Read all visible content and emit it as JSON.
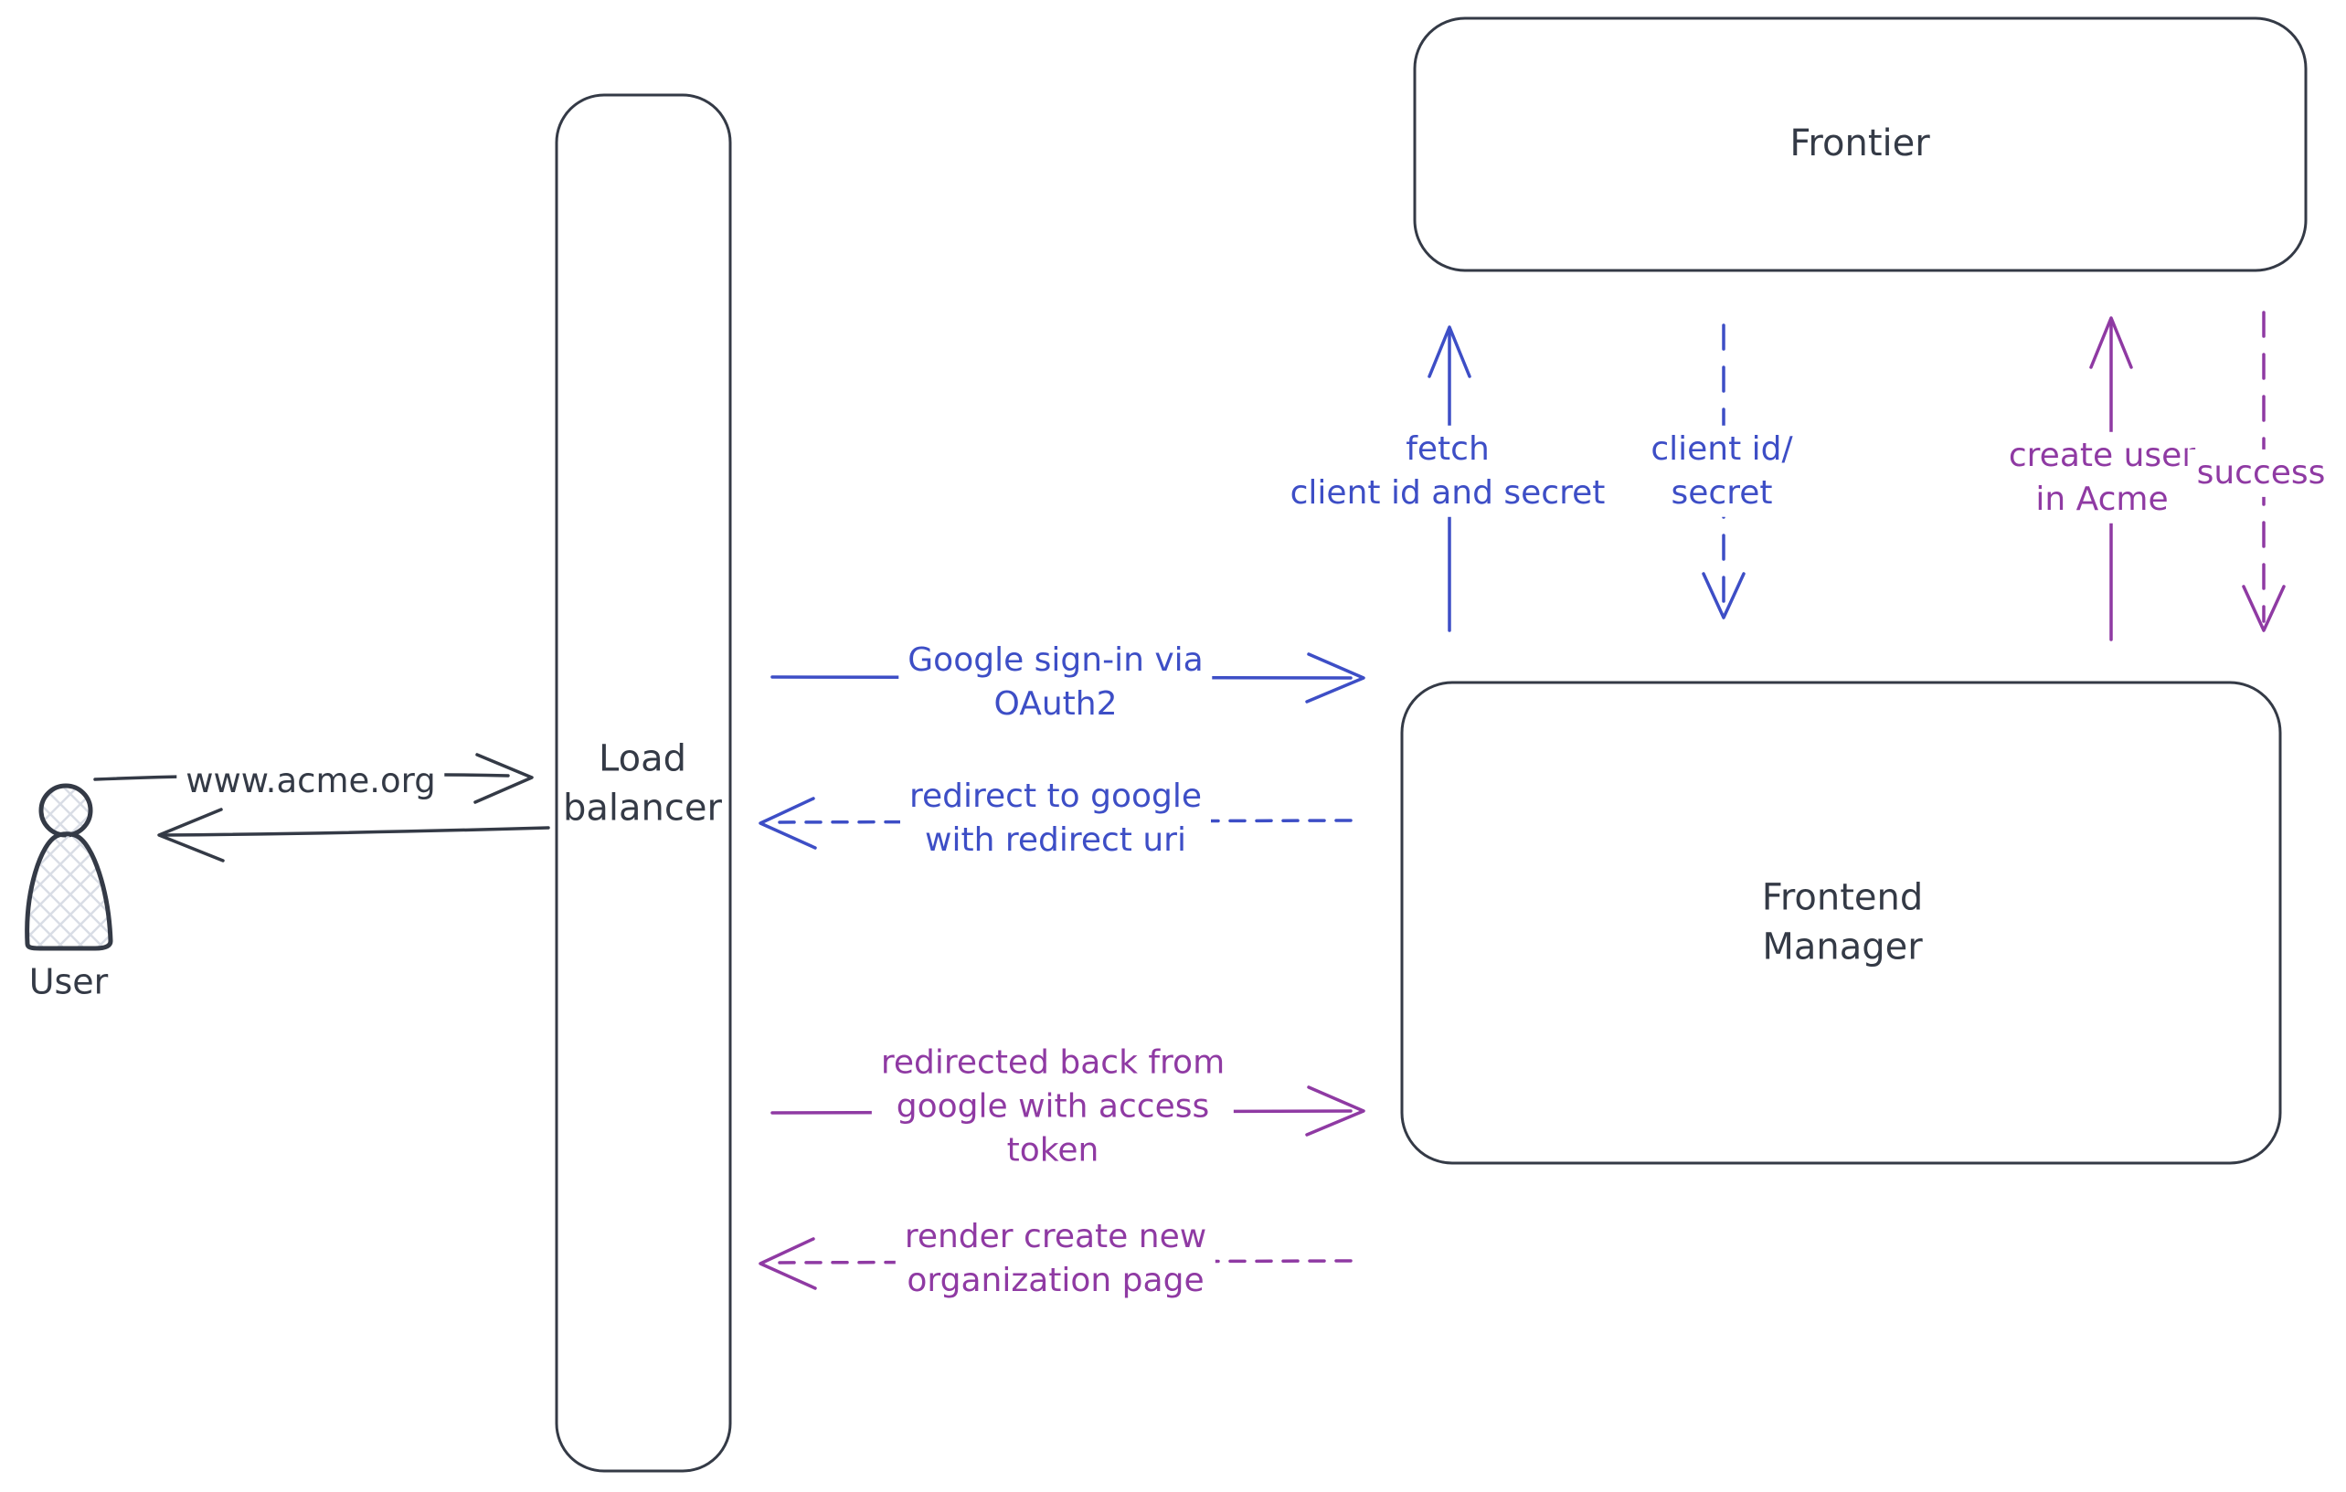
{
  "title": "OAuth2 sign-in flow diagram",
  "colors": {
    "ink": "#343a46",
    "blue": "#3d4ec6",
    "purple": "#8f3aa3",
    "hatch": "#d9dde5"
  },
  "nodes": {
    "user": {
      "label": "User"
    },
    "load_balancer": {
      "lines": [
        "Load",
        "balancer"
      ]
    },
    "frontier": {
      "label": "Frontier"
    },
    "frontend_manager": {
      "lines": [
        "Frontend",
        "Manager"
      ]
    }
  },
  "edges": {
    "user_request": {
      "label": "www.acme.org",
      "style": "solid",
      "from": "User",
      "to": "Load balancer"
    },
    "user_response": {
      "label": "",
      "style": "solid",
      "from": "Load balancer",
      "to": "User"
    },
    "google_signin": {
      "lines": [
        "Google sign-in via",
        "OAuth2"
      ],
      "style": "solid",
      "from": "Load balancer",
      "to": "Frontend Manager"
    },
    "redirect_google": {
      "lines": [
        "redirect to google",
        "with redirect uri"
      ],
      "style": "dashed",
      "from": "Frontend Manager",
      "to": "Load balancer"
    },
    "redirected_back": {
      "lines": [
        "redirected back from",
        "google with access",
        "token"
      ],
      "style": "solid",
      "from": "Load balancer",
      "to": "Frontend Manager"
    },
    "render_org_page": {
      "lines": [
        "render create new",
        "organization page"
      ],
      "style": "dashed",
      "from": "Frontend Manager",
      "to": "Load balancer"
    },
    "fetch_client": {
      "lines": [
        "fetch",
        "client id and secret"
      ],
      "style": "solid",
      "from": "Frontend Manager",
      "to": "Frontier"
    },
    "client_id_secret": {
      "lines": [
        "client id/",
        "secret"
      ],
      "style": "dashed",
      "from": "Frontier",
      "to": "Frontend Manager"
    },
    "create_user": {
      "lines": [
        "create user",
        "in Acme"
      ],
      "style": "solid",
      "from": "Frontend Manager",
      "to": "Frontier"
    },
    "success": {
      "label": "success",
      "style": "dashed",
      "from": "Frontier",
      "to": "Frontend Manager"
    }
  }
}
